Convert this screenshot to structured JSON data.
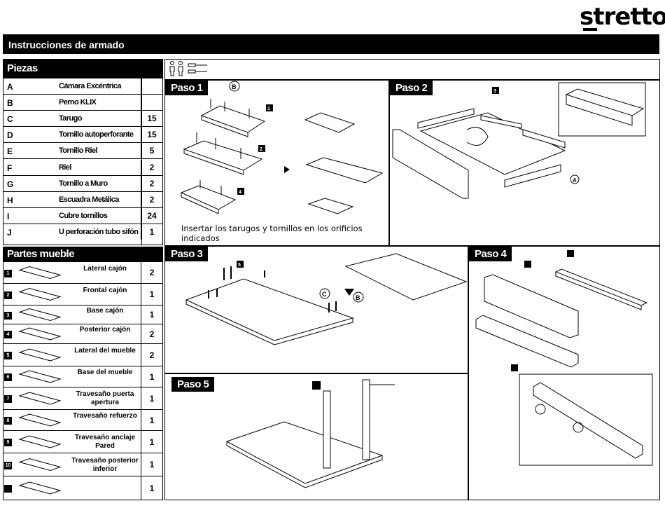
{
  "brand": "stretto",
  "title": "Instrucciones de armado",
  "pieces": {
    "heading": "Piezas",
    "items": [
      {
        "letter": "A",
        "name": "Cámara Excéntrica",
        "qty": ""
      },
      {
        "letter": "B",
        "name": "Perno KLIX",
        "qty": ""
      },
      {
        "letter": "C",
        "name": "Tarugo",
        "qty": "15"
      },
      {
        "letter": "D",
        "name": "Tornillo autoperforante",
        "qty": "15"
      },
      {
        "letter": "E",
        "name": "Tornillo Riel",
        "qty": "5"
      },
      {
        "letter": "F",
        "name": "Riel",
        "qty": "2"
      },
      {
        "letter": "G",
        "name": "Tornillo a Muro",
        "qty": "2"
      },
      {
        "letter": "H",
        "name": "Escuadra Metálica",
        "qty": "2"
      },
      {
        "letter": "I",
        "name": "Cubre tornillos",
        "qty": "24"
      },
      {
        "letter": "J",
        "name": "U perforación tubo sifón",
        "qty": "1"
      }
    ]
  },
  "parts": {
    "heading": "Partes mueble",
    "items": [
      {
        "num": "1",
        "name": "Lateral cajón",
        "qty": "2"
      },
      {
        "num": "2",
        "name": "Frontal cajón",
        "qty": "1"
      },
      {
        "num": "3",
        "name": "Base cajón",
        "qty": "1"
      },
      {
        "num": "4",
        "name": "Posterior cajón",
        "qty": "2"
      },
      {
        "num": "5",
        "name": "Lateral del mueble",
        "qty": "2"
      },
      {
        "num": "6",
        "name": "Base del mueble",
        "qty": "1"
      },
      {
        "num": "7",
        "name": "Travesaño puerta apertura",
        "qty": "1"
      },
      {
        "num": "8",
        "name": "Travesaño refuerzo",
        "qty": "1"
      },
      {
        "num": "9",
        "name": "Travesaño anclaje Pared",
        "qty": "1"
      },
      {
        "num": "10",
        "name": "Travesaño posterior inferior",
        "qty": "1"
      },
      {
        "num": "",
        "name": "",
        "qty": "1"
      }
    ]
  },
  "steps": {
    "paso1": {
      "label": "Paso 1",
      "caption": "Insertar los tarugos y tornillos en los orificios indicados",
      "callout_b": "B",
      "tag1": "1",
      "tag2": "2",
      "tag4": "4"
    },
    "paso2": {
      "label": "Paso 2",
      "tag3": "3",
      "callout_a": "A"
    },
    "paso3": {
      "label": "Paso 3",
      "tag5": "5",
      "callout_c": "C",
      "callout_b": "B"
    },
    "paso4": {
      "label": "Paso 4"
    },
    "paso5": {
      "label": "Paso 5"
    }
  }
}
